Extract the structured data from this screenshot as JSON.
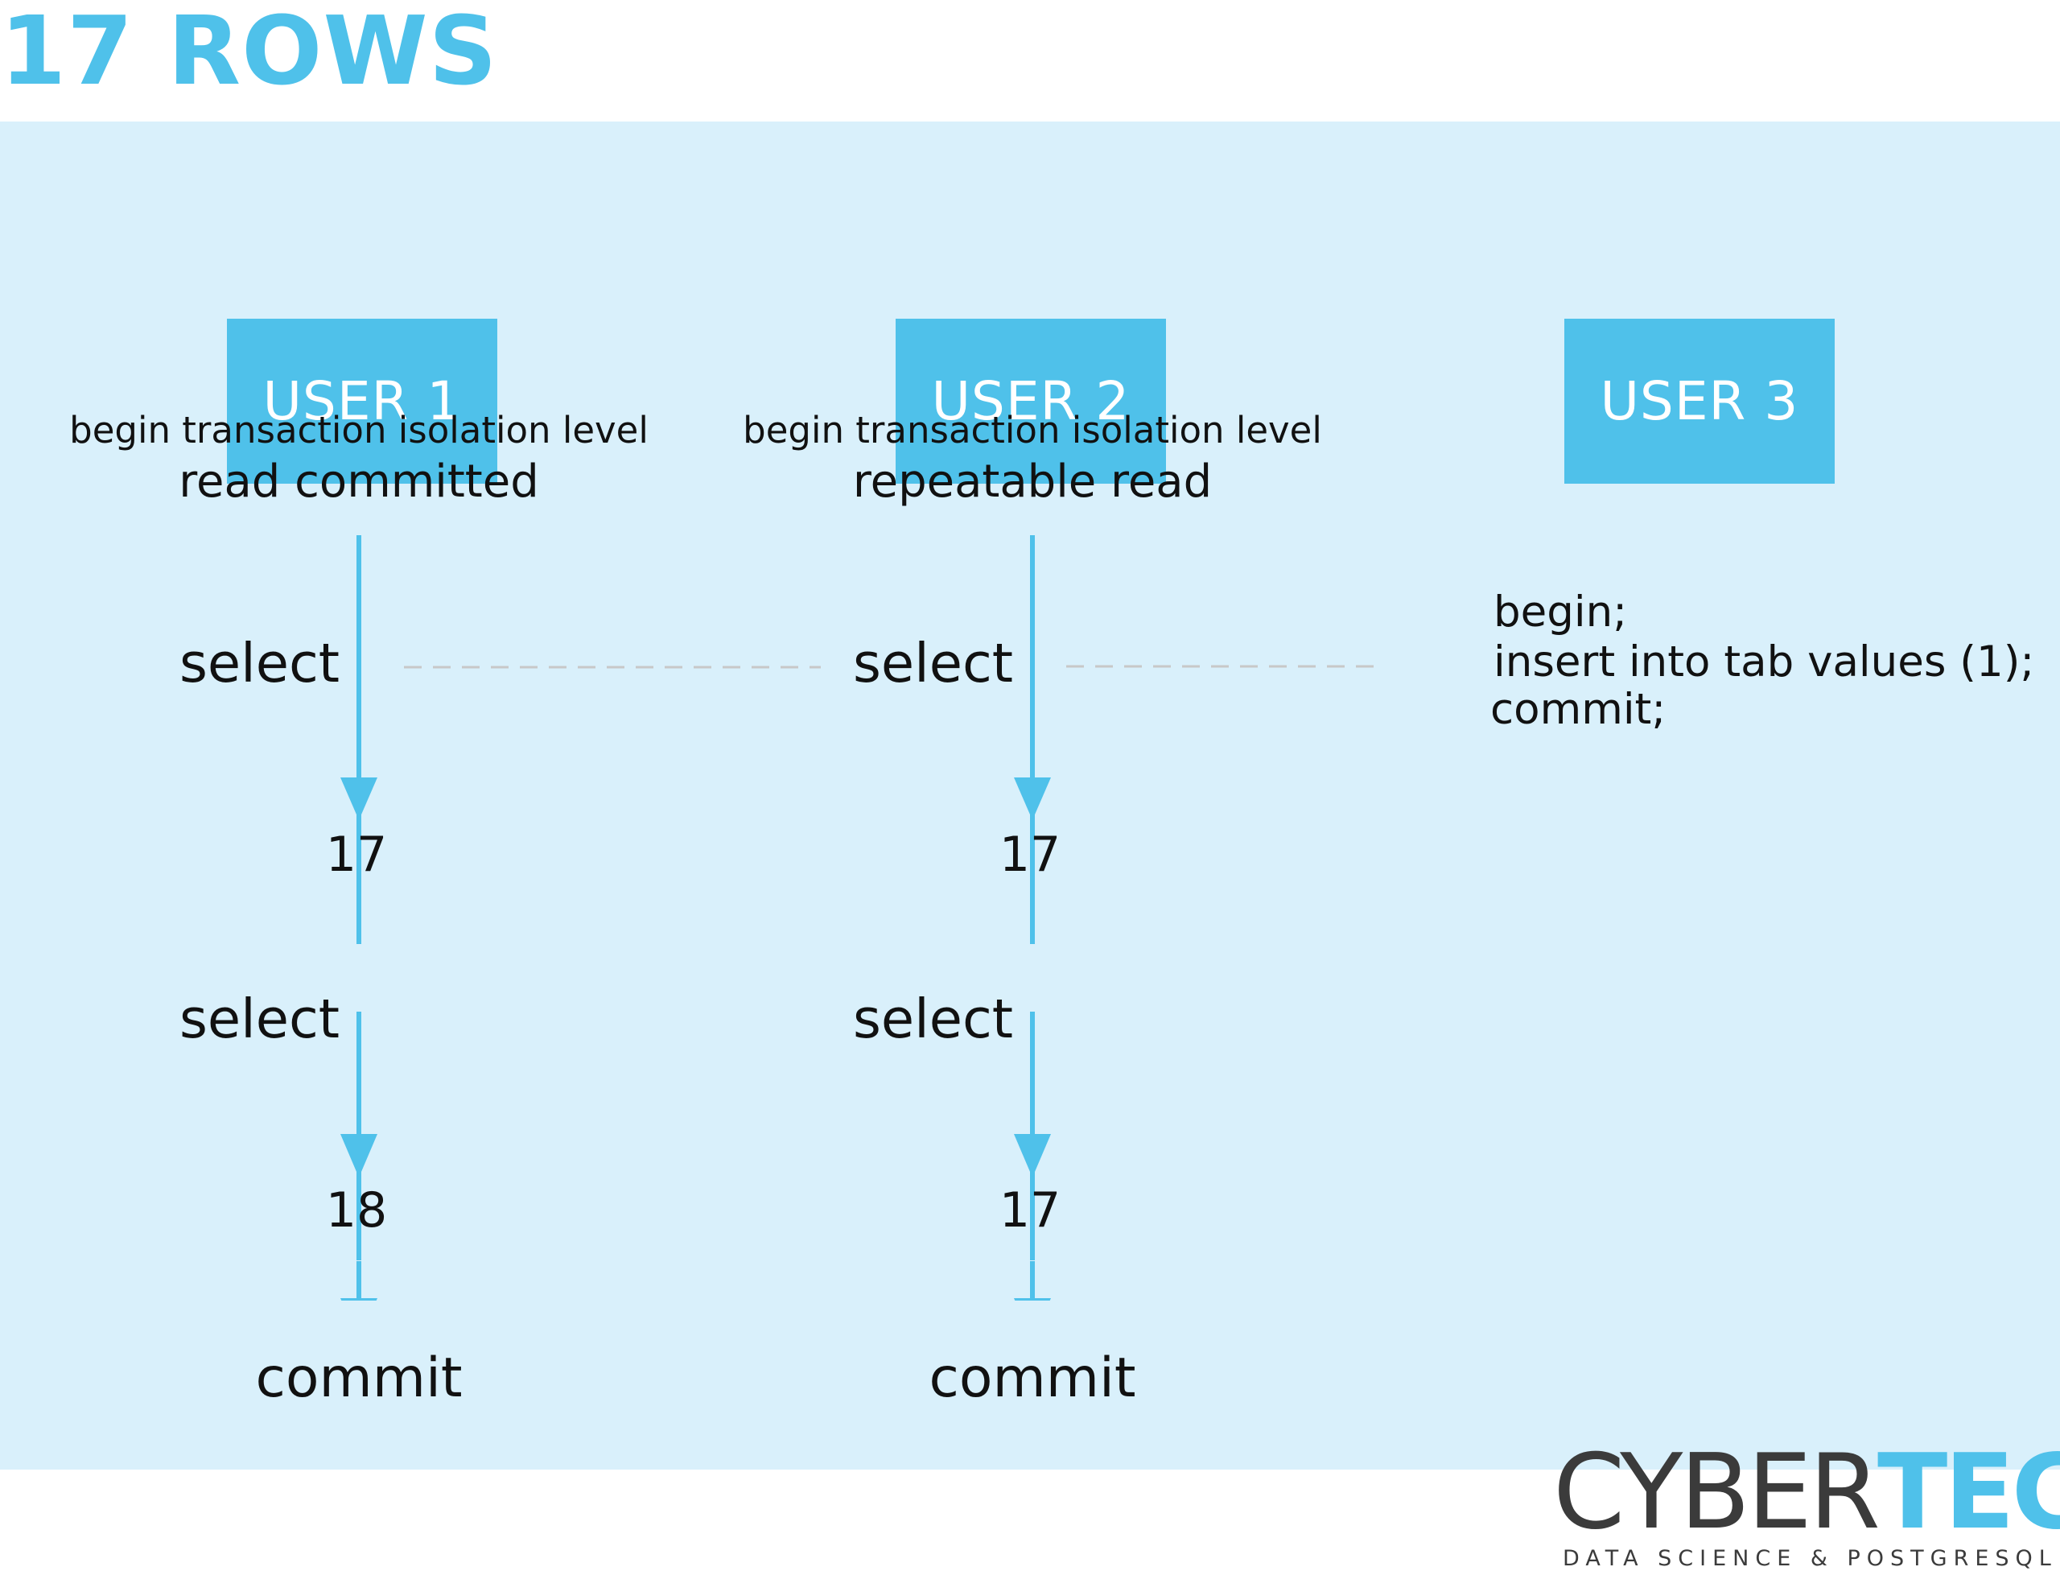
{
  "title": "17 ROWS",
  "users": [
    {
      "label": "USER 1",
      "isolation_intro": "begin transaction isolation level",
      "isolation_level": "read committed",
      "steps": [
        {
          "action": "select",
          "result": "17"
        },
        {
          "action": "select",
          "result": "18"
        }
      ],
      "final": "commit"
    },
    {
      "label": "USER 2",
      "isolation_intro": "begin transaction isolation level",
      "isolation_level": "repeatable read",
      "steps": [
        {
          "action": "select",
          "result": "17"
        },
        {
          "action": "select",
          "result": "17"
        }
      ],
      "final": "commit"
    },
    {
      "label": "USER 3",
      "statements": [
        "begin;",
        "insert into tab values (1);",
        "commit;"
      ]
    }
  ],
  "logo": {
    "word_dark": "CYBER",
    "word_accent": "TEC",
    "tagline": "DATA SCIENCE & POSTGRESQL"
  },
  "colors": {
    "accent": "#4fc1ea",
    "panel": "#d9f0fb",
    "text": "#111111",
    "dashed": "#c8c8c8",
    "logo_dark": "#3b3b3b"
  }
}
